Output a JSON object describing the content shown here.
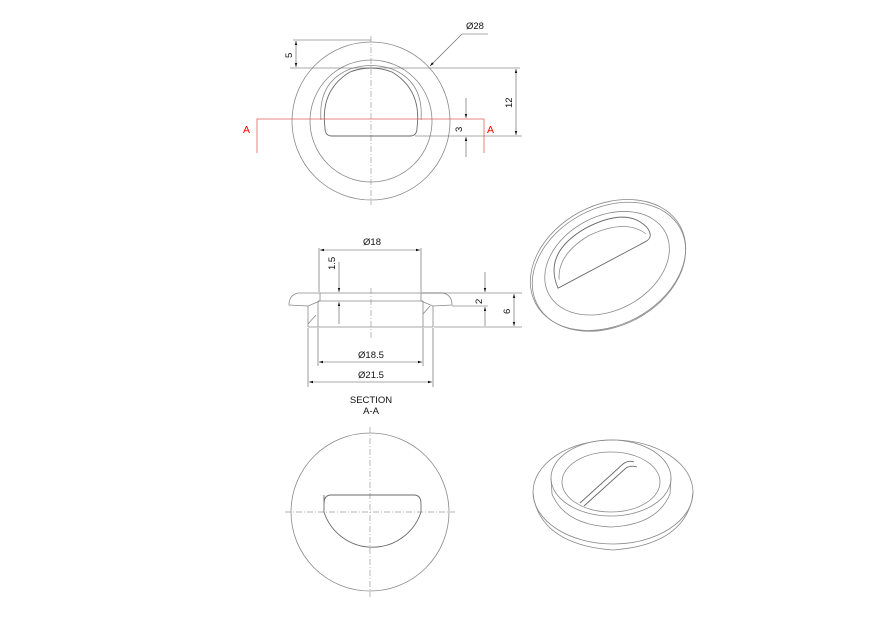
{
  "drawing": {
    "type": "technical-drawing",
    "subject": "round cable grommet with half-moon opening",
    "views": {
      "top_view": {
        "dimensions": {
          "outer_diameter": "Ø28",
          "flange_offset": "5",
          "opening_height": "12",
          "opening_offset": "3"
        },
        "section_marks": {
          "left": "A",
          "right": "A"
        }
      },
      "section_view": {
        "dimensions": {
          "top_diameter": "Ø18",
          "lip_height": "1.5",
          "flange_height": "2",
          "total_height": "6",
          "inner_diameter": "Ø18.5",
          "outer_body_diameter": "Ø21.5"
        },
        "caption_line1": "SECTION",
        "caption_line2": "A-A"
      },
      "bottom_view": {},
      "iso_view_top": {},
      "iso_view_bottom": {}
    },
    "colors": {
      "section_line": "#ff0000",
      "geometry": "#8a8a8a",
      "dimension": "#111111"
    }
  }
}
